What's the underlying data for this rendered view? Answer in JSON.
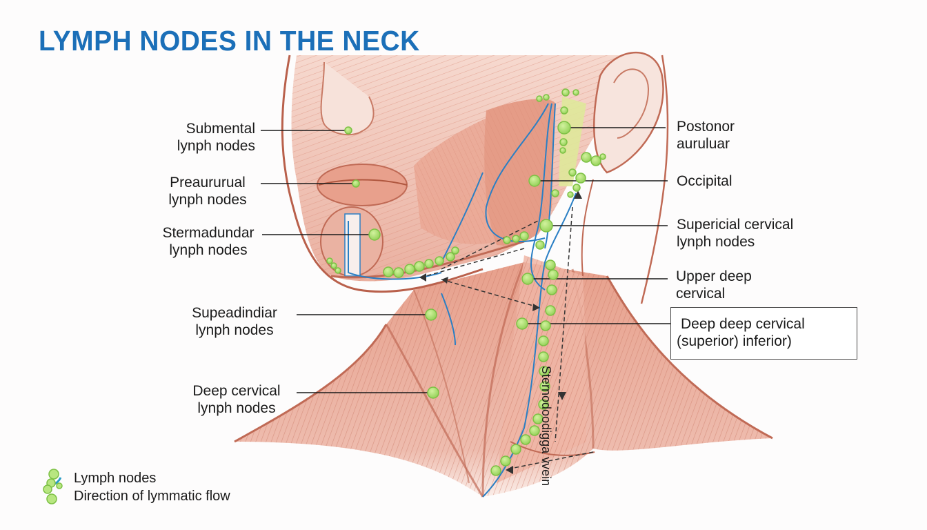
{
  "title": "LYMPH NODES IN THE NECK",
  "colors": {
    "title": "#1b6fb8",
    "lymph_node_fill": "#a8e06a",
    "lymph_node_stroke": "#7cc044",
    "vessel": "#2a7fc4",
    "muscle": "#e8a593",
    "muscle_dark": "#c8735f",
    "leader_line": "#1a1a1a"
  },
  "labels_left": [
    {
      "line1": "Submental",
      "line2": "lynph nodes"
    },
    {
      "line1": "Preaururual",
      "line2": "lynph nodes"
    },
    {
      "line1": "Stermadundar",
      "line2": "lynph nodes"
    },
    {
      "line1": "Supeadindiar",
      "line2": "lynph nodes"
    },
    {
      "line1": "Deep cervical",
      "line2": "lynph nodes"
    }
  ],
  "labels_right": [
    {
      "line1": "Postonor",
      "line2": "auruluar"
    },
    {
      "line1": "Occipital",
      "line2": ""
    },
    {
      "line1": "Supericial cervical",
      "line2": "lynph nodes"
    },
    {
      "line1": "Upper deep",
      "line2": "cervical"
    }
  ],
  "boxed_label": {
    "line1": "Deep deep cervical",
    "line2": "(superior)  inferior)"
  },
  "vertical_label": "Sternodoodigga vvein",
  "legend": {
    "items": [
      {
        "icon": "lymph-node-cluster-icon",
        "label": "Lymph nodes"
      },
      {
        "icon": "flow-direction-icon",
        "label": "Direction of lymmatic flow"
      }
    ]
  }
}
